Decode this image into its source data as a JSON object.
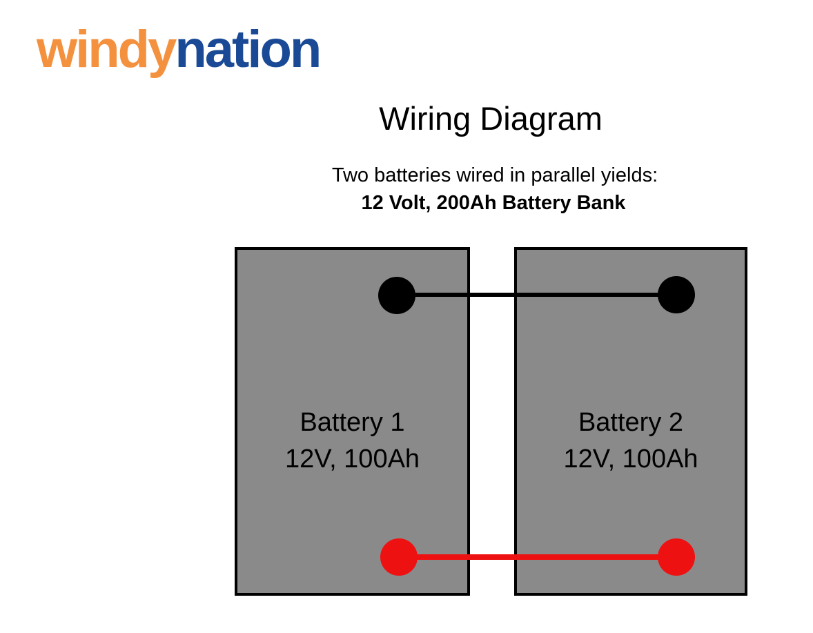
{
  "colors": {
    "background": "#ffffff",
    "logo_orange": "#f4913e",
    "logo_blue": "#1a4a96",
    "battery_fill": "#8a8a8a",
    "battery_border": "#000000",
    "black_terminal": "#000000",
    "red_terminal": "#ee1111",
    "text": "#000000"
  },
  "logo": {
    "windy": "windy",
    "nation": "nation"
  },
  "heading": {
    "title": "Wiring Diagram"
  },
  "subtitle": {
    "line1": "Two batteries wired in parallel yields:",
    "line2": "12 Volt, 200Ah Battery Bank"
  },
  "batteries": [
    {
      "name": "Battery 1",
      "spec": "12V, 100Ah"
    },
    {
      "name": "Battery 2",
      "spec": "12V, 100Ah"
    }
  ]
}
